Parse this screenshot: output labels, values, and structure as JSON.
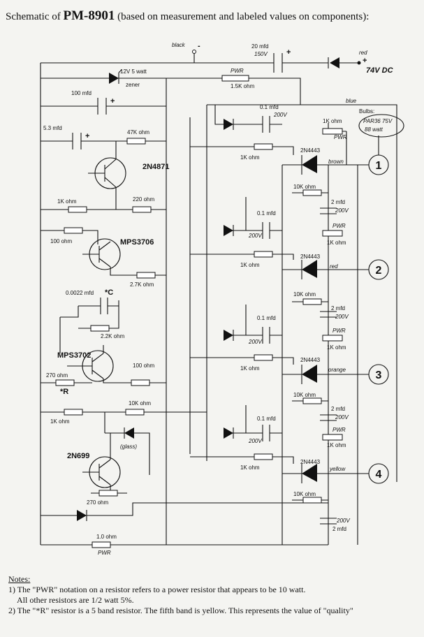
{
  "title": {
    "prefix": "Schematic of",
    "model": "PM-8901",
    "suffix": "(based on measurement and labeled values on components):"
  },
  "power": {
    "black": "black",
    "minus": "-",
    "red": "red",
    "plus": "+",
    "voltage": "74V DC",
    "cap": "20 mfd",
    "cap_v": "150V",
    "cap_plus": "+"
  },
  "zener": {
    "rating": "12V 5 watt",
    "type": "zener"
  },
  "pwr_top": {
    "tag": "PWR",
    "value": "1.5K ohm"
  },
  "blue": "blue",
  "bulbs": {
    "label": "Bulbs:",
    "type": "PAR36 75V",
    "watt": "88 watt"
  },
  "left": {
    "c100": "100 mfd",
    "c100_plus": "+",
    "c53": "5.3 mfd",
    "c53_plus": "+",
    "r47k": "47K ohm",
    "q_2n4871": "2N4871",
    "r1k_a": "1K ohm",
    "r220": "220 ohm",
    "r100": "100 ohm",
    "q_mps3706": "MPS3706",
    "r27k": "2.7K ohm",
    "c0022": "0.0022 mfd",
    "starC": "*C",
    "r22k": "2.2K ohm",
    "q_mps3702": "MPS3702",
    "r100b": "100 ohm",
    "r270": "270 ohm",
    "starR": "*R",
    "r1k_b": "1K ohm",
    "r10k": "10K ohm",
    "glass": "(glass)",
    "q_2n699": "2N699",
    "r270b": "270 ohm",
    "r1ohm": "1.0 ohm",
    "r1ohm_tag": "PWR"
  },
  "channels": [
    {
      "cap": "0.1 mfd",
      "cap_v": "200V",
      "r1k": "1K ohm",
      "scr": "2N4443",
      "color": "brown",
      "num": "1",
      "top_tag": "PWR",
      "top_r": "1K ohm"
    },
    {
      "cap": "0.1 mfd",
      "cap_v": "200V",
      "r1k": "1K ohm",
      "scr": "2N4443",
      "color": "red",
      "num": "2",
      "r10k": "10K ohm",
      "c2": "2 mfd",
      "c2_v": "200V",
      "pwr": "PWR",
      "pwr_r": "1K ohm"
    },
    {
      "cap": "0.1 mfd",
      "cap_v": "200V",
      "r1k": "1K ohm",
      "scr": "2N4443",
      "color": "orange",
      "num": "3",
      "r10k": "10K ohm",
      "c2": "2 mfd",
      "c2_v": "200V",
      "pwr": "PWR",
      "pwr_r": "1K ohm"
    },
    {
      "cap": "0.1 mfd",
      "cap_v": "200V",
      "r1k": "1K ohm",
      "scr": "2N4443",
      "color": "yellow",
      "num": "4",
      "r10k": "10K ohm",
      "c2": "2 mfd",
      "c2_v": "200V",
      "pwr": "PWR",
      "pwr_r": "1K ohm"
    }
  ],
  "bottom": {
    "r10k": "10K ohm",
    "c2": "2 mfd",
    "c2_v": "200V"
  },
  "notes": {
    "heading": "Notes:",
    "n1": "1) The \"PWR\" notation on a resistor refers to a power resistor that appears to be 10 watt.",
    "n1b": "All other resistors are 1/2 watt 5%.",
    "n2": "2) The \"*R\" resistor is a 5 band resistor.  The fifth band is yellow.  This represents the value of \"quality\""
  }
}
